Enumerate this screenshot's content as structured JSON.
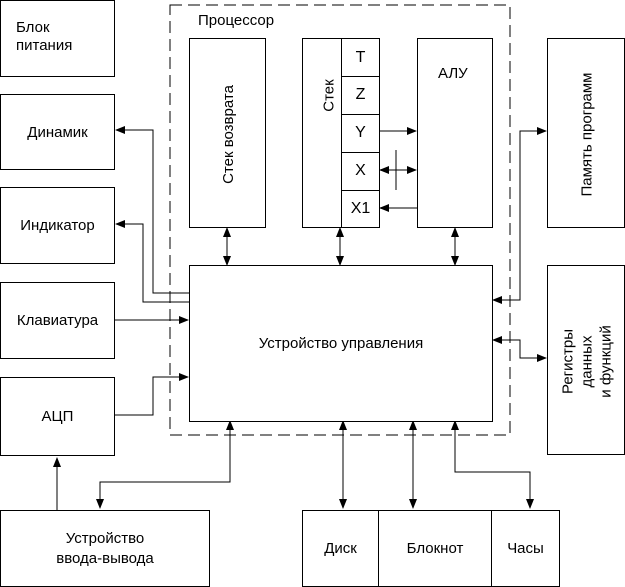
{
  "diagram": {
    "processor_label": "Процессор",
    "blocks": {
      "power_supply": "Блок\nпитания",
      "speaker": "Динамик",
      "indicator": "Индикатор",
      "keyboard": "Клавиатура",
      "adc": "АЦП",
      "io_device": "Устройство\nввода-вывода",
      "return_stack": "Стек возврата",
      "stack": "Стек",
      "alu": "АЛУ",
      "program_memory": "Память программ",
      "data_registers": "Регистры данных\nи функций",
      "control_unit": "Устройство управления",
      "disk": "Диск",
      "notepad": "Блокнот",
      "clock": "Часы"
    },
    "stack_registers": [
      "T",
      "Z",
      "Y",
      "X",
      "X1"
    ]
  }
}
